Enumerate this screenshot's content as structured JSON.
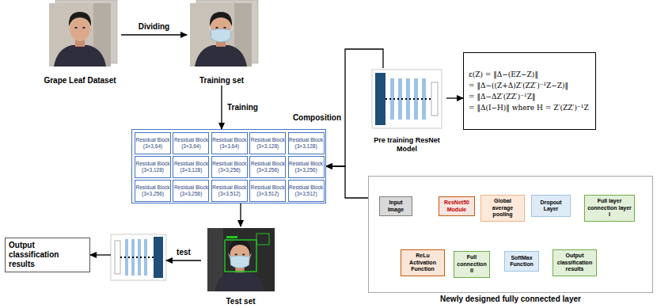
{
  "diagram": {
    "nodes": [
      {
        "text": [
          "Grape Leaf Dataset"
        ]
      },
      {
        "text": [
          "Training set"
        ]
      },
      {},
      {
        "text": [
          "Residual Block",
          "(3×3,64)"
        ],
        "in": 2
      },
      {
        "text": [
          "Residual Block",
          "(3×3,64)"
        ],
        "in": 2
      },
      {
        "text": [
          "Residual Block",
          "(3×3,64)"
        ],
        "in": 2
      },
      {
        "text": [
          "Residual Block",
          "(3×3,128)"
        ],
        "in": 2
      },
      {
        "text": [
          "Residual Block",
          "(3×3,128)"
        ],
        "in": 2
      },
      {
        "text": [
          "Residual Block",
          "(3×3,128)"
        ],
        "in": 2
      },
      {
        "text": [
          "Residual Block",
          "(3×3,128)"
        ],
        "in": 2
      },
      {
        "text": [
          "Residual Block",
          "(3×3,256)"
        ],
        "in": 2
      },
      {
        "text": [
          "Residual Block",
          "(3×3,256)"
        ],
        "in": 2
      },
      {
        "text": [
          "Residual Block",
          "(3×3,256)"
        ],
        "in": 2
      },
      {
        "text": [
          "Residual Block",
          "(3×3,256)"
        ],
        "in": 2
      },
      {
        "text": [
          "Residual Block",
          "(3×3,256)"
        ],
        "in": 2
      },
      {
        "text": [
          "Residual Block",
          "(3×3,512)"
        ],
        "in": 2
      },
      {
        "text": [
          "Residual Block",
          "(3×3,512)"
        ],
        "in": 2
      },
      {
        "text": [
          "Residual Block",
          "(3×3,512)"
        ],
        "in": 2
      },
      {
        "text": [
          "Pre training ResNet Model"
        ]
      },
      {
        "text": [
          "ε(Z) = ‖Δ−(EZ−Z)‖",
          "= ‖Δ−((Z+Δ)Z′(ZZ′)⁻¹Z−Z)‖",
          "= ‖Δ−ΔZ′(ZZ′)⁻¹Z‖",
          "= ‖Δ(I−H)‖ where H = Z′(ZZ′)⁻¹Z"
        ]
      },
      {
        "text": [
          "Test set"
        ]
      },
      {},
      {
        "text": [
          "Output classification results"
        ]
      },
      {
        "text": [
          "Newly designed fully connected layer"
        ]
      },
      {
        "text": [
          "Input Image"
        ],
        "in": 23
      },
      {
        "text": [
          "ResNet50 Module"
        ],
        "in": 23
      },
      {
        "text": [
          "Global average pooling"
        ],
        "in": 23
      },
      {
        "text": [
          "Dropout Layer"
        ],
        "in": 23
      },
      {
        "text": [
          "Full layer connection layer I"
        ],
        "in": 23
      },
      {
        "text": [
          "ReLu Activation Function"
        ],
        "in": 23
      },
      {
        "text": [
          "Full connection II"
        ],
        "in": 23
      },
      {
        "text": [
          "SoftMax Function"
        ],
        "in": 23
      },
      {
        "text": [
          "Output classification results"
        ],
        "in": 23
      }
    ],
    "edges": [
      {
        "from": 0,
        "to": 1,
        "label": "Dividing",
        "arrow": "to"
      },
      {
        "from": 1,
        "to": 2,
        "label": "Training",
        "arrow": "to"
      },
      {
        "from": 18,
        "to": 2,
        "label": "Composition",
        "arrow": "to"
      },
      {
        "from": 23,
        "to": 2,
        "arrow": "to"
      },
      {
        "from": 18,
        "to": 19,
        "arrow": "to"
      },
      {
        "from": 2,
        "to": 20,
        "arrow": "to"
      },
      {
        "from": 20,
        "to": 21,
        "label": "test",
        "arrow": "to"
      },
      {
        "from": 21,
        "to": 22,
        "arrow": "to"
      },
      {
        "from": 24,
        "to": 25,
        "arrow": "to"
      },
      {
        "from": 25,
        "to": 26,
        "arrow": "to"
      },
      {
        "from": 26,
        "to": 27,
        "arrow": "to"
      },
      {
        "from": 27,
        "to": 28,
        "arrow": "to"
      },
      {
        "from": 28,
        "to": 29,
        "arrow": "to"
      },
      {
        "from": 29,
        "to": 30,
        "arrow": "to"
      },
      {
        "from": 30,
        "to": 31,
        "arrow": "to"
      },
      {
        "from": 31,
        "to": 32,
        "arrow": "to"
      }
    ]
  }
}
